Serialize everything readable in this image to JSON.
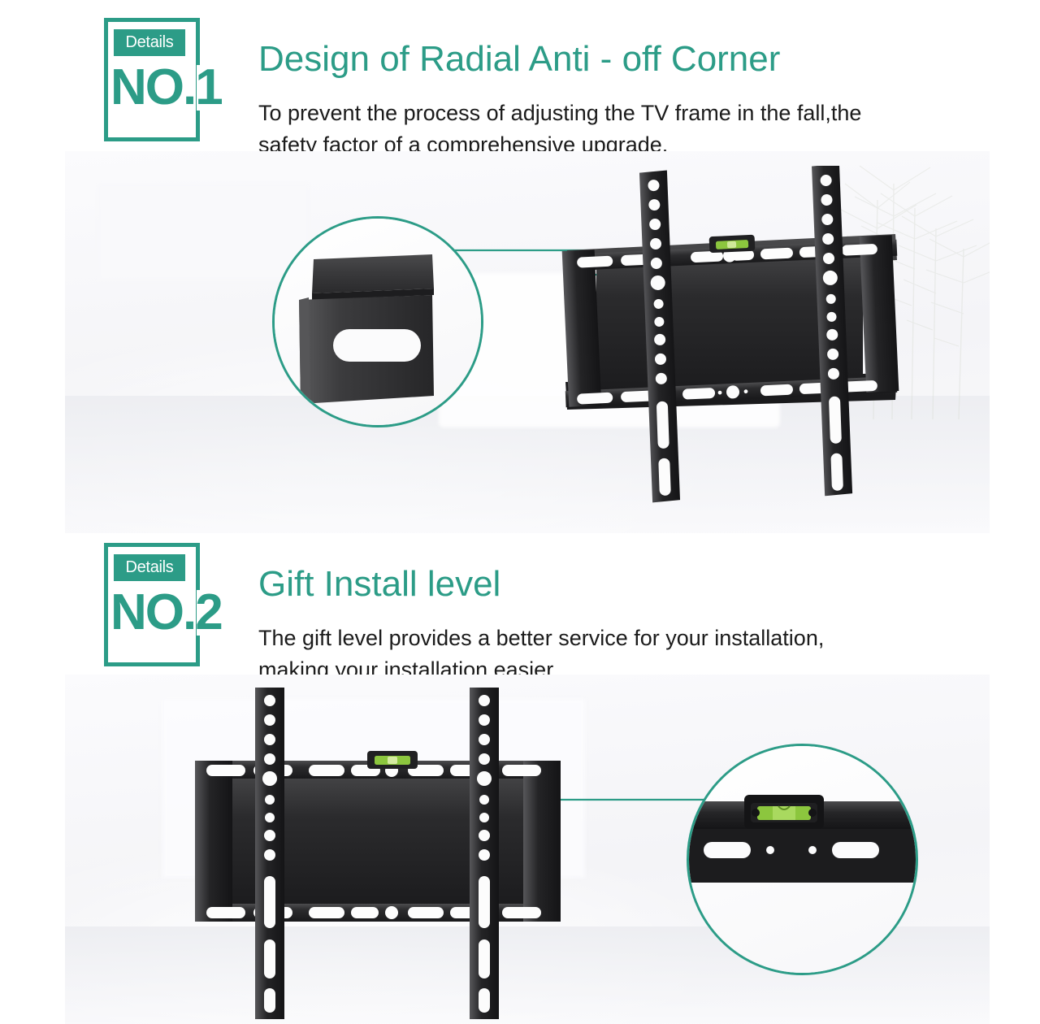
{
  "page": {
    "background_color": "#ffffff",
    "accent_color": "#2c9c87",
    "text_color": "#1b1b1b",
    "level_color": "#8cc63e"
  },
  "sections": [
    {
      "badge_label": "Details",
      "badge_number": "NO.1",
      "title": "Design of Radial Anti - off Corner",
      "body_line1": "To prevent the process of adjusting the TV frame in the fall,the",
      "body_line2": "safety factor of a comprehensive upgrade.",
      "photo": {
        "magnifier_subject": "anti-off-corner-bracket-detail",
        "product": "tv-wall-mount-bracket-front-view",
        "has_bubble_level": true,
        "background_motif": "bamboo"
      }
    },
    {
      "badge_label": "Details",
      "badge_number": "NO.2",
      "title": "Gift Install level",
      "body_line1": "The gift level provides a better service for your installation,",
      "body_line2": "making your installation easier.",
      "photo": {
        "magnifier_subject": "bubble-level-closeup",
        "product": "tv-wall-mount-bracket-front-view",
        "has_bubble_level": true,
        "background_motif": "plain"
      }
    }
  ]
}
